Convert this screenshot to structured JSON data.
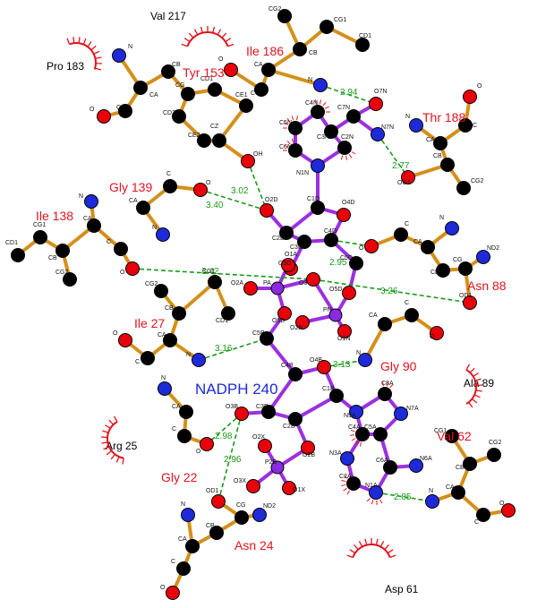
{
  "title": "NADPH 240",
  "colors": {
    "bond_ligand": "#9b30e0",
    "bond_residue": "#d4901c",
    "hbond": "#1a9a1a",
    "carbon": "#000000",
    "oxygen": "#e8000a",
    "nitrogen": "#1e2ad8",
    "phosphorus": "#8a2be2",
    "residue_label": "#e0141e",
    "hydrophobic_label": "#000000",
    "ligand_label": "#1e2ad8"
  },
  "residues": [
    {
      "label": "Tyr 153"
    },
    {
      "label": "Ile 186"
    },
    {
      "label": "Thr 188"
    },
    {
      "label": "Gly 139"
    },
    {
      "label": "Ile 138"
    },
    {
      "label": "Asn 88"
    },
    {
      "label": "Ile 27"
    },
    {
      "label": "Gly 90"
    },
    {
      "label": "Val 62"
    },
    {
      "label": "Gly 22"
    },
    {
      "label": "Asn 24"
    }
  ],
  "hydrophobic": [
    {
      "label": "Val 217"
    },
    {
      "label": "Pro 183"
    },
    {
      "label": "Ala 89"
    },
    {
      "label": "Arg 25"
    },
    {
      "label": "Asp 61"
    }
  ],
  "hbonds": [
    {
      "label": "2.94"
    },
    {
      "label": "2.77"
    },
    {
      "label": "3.02"
    },
    {
      "label": "3.40"
    },
    {
      "label": "2.95"
    },
    {
      "label": "3.42"
    },
    {
      "label": "3.26"
    },
    {
      "label": "3.16"
    },
    {
      "label": "3.13"
    },
    {
      "label": "2.98"
    },
    {
      "label": "2.96"
    },
    {
      "label": "2.85"
    }
  ],
  "atom_labels": [
    "CG2",
    "CG1",
    "CD1",
    "CB",
    "CA",
    "N",
    "C",
    "O",
    "N",
    "CB",
    "CA",
    "C",
    "O",
    "O7N",
    "N7N",
    "C7N",
    "C4N",
    "C5N",
    "C6N",
    "N1N",
    "C2N",
    "C3N",
    "CD1",
    "CE1",
    "CD2",
    "CE2",
    "CZ",
    "OH",
    "CG",
    "CB",
    "CA",
    "N",
    "C",
    "O",
    "OG1",
    "CB",
    "CA",
    "N",
    "C",
    "O",
    "CG2",
    "C",
    "O",
    "CA",
    "N",
    "CD1",
    "CG1",
    "CA",
    "CB",
    "CG2",
    "C",
    "O",
    "N",
    "C1D",
    "O4D",
    "C2D",
    "O2D",
    "C3D",
    "C4D",
    "O3D",
    "C5D",
    "O5D",
    "C",
    "O",
    "CA",
    "N",
    "CB",
    "CG",
    "ND2",
    "OD1",
    "PA",
    "O1A",
    "O2A",
    "O3",
    "O5B",
    "C5B",
    "PN",
    "O1N",
    "O2N",
    "CG2",
    "CG1",
    "CB",
    "CD1",
    "CA",
    "N",
    "C",
    "O",
    "CA",
    "N",
    "C",
    "O",
    "C4B",
    "O4B",
    "C1B",
    "N9A",
    "C8A",
    "N7A",
    "C5A",
    "C4A",
    "N3A",
    "C2A",
    "N1A",
    "C6A",
    "N6A",
    "C3B",
    "O3B",
    "C2B",
    "O2B",
    "P2B",
    "O2X",
    "O3X",
    "O1X",
    "N",
    "CA",
    "C",
    "O",
    "CG",
    "ND2",
    "OD1",
    "CB",
    "CA",
    "N",
    "C",
    "O",
    "CG1",
    "CG2",
    "CB",
    "CA",
    "C",
    "O",
    "N"
  ]
}
